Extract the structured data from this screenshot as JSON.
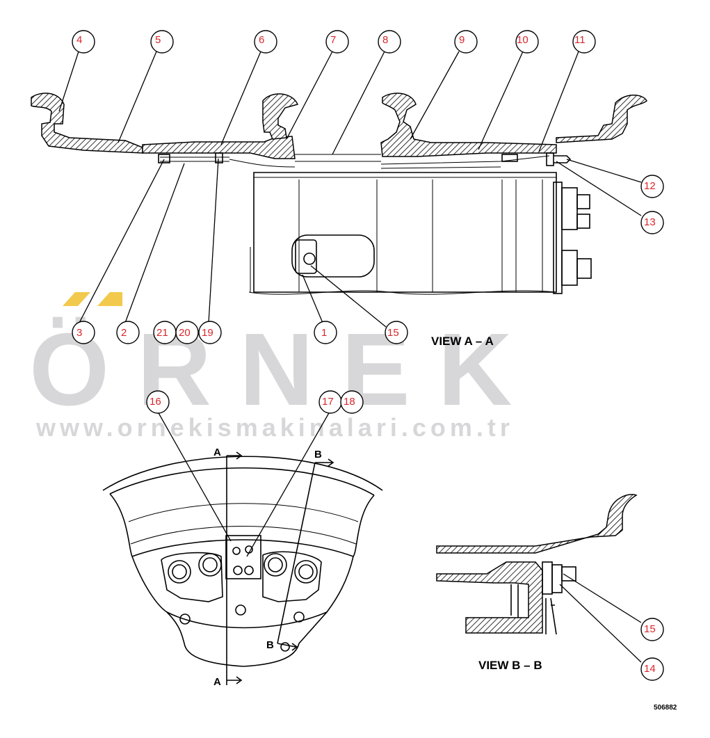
{
  "watermark": {
    "brand": "ÖRNEK",
    "url": "www.ornekismakinalari.com.tr",
    "accent_color": "#f2c94c",
    "text_color": "#d7d7d9"
  },
  "views": {
    "view_a": "VIEW A – A",
    "view_b": "VIEW B – B"
  },
  "section_letters": {
    "a_top": "A",
    "a_bottom": "A",
    "b_top": "B",
    "b_bottom": "B"
  },
  "figure_number": "506882",
  "callout_color": "#d9262b",
  "callouts": [
    {
      "label": "4"
    },
    {
      "label": "5"
    },
    {
      "label": "6"
    },
    {
      "label": "7"
    },
    {
      "label": "8"
    },
    {
      "label": "9"
    },
    {
      "label": "10"
    },
    {
      "label": "11"
    },
    {
      "label": "12"
    },
    {
      "label": "13"
    },
    {
      "label": "3"
    },
    {
      "label": "2"
    },
    {
      "label": "21"
    },
    {
      "label": "20"
    },
    {
      "label": "19"
    },
    {
      "label": "1"
    },
    {
      "label": "15"
    },
    {
      "label": "16"
    },
    {
      "label": "17"
    },
    {
      "label": "18"
    },
    {
      "label": "15"
    },
    {
      "label": "14"
    }
  ]
}
